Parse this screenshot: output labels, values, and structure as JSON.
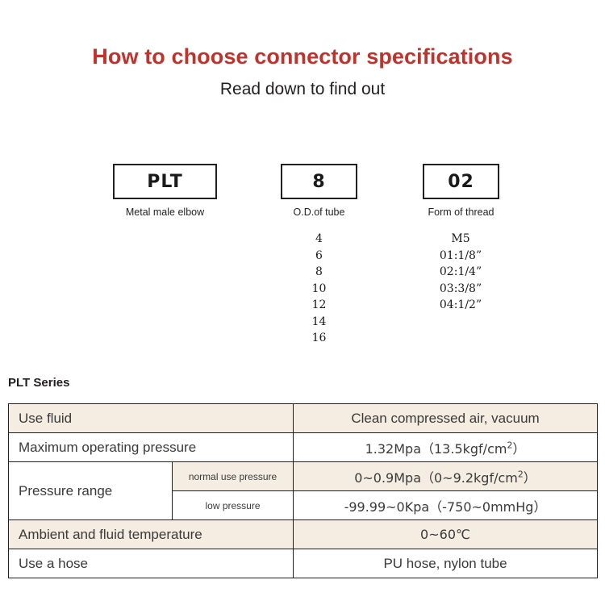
{
  "header": {
    "title": "How to choose connector specifications",
    "subtitle": "Read down to find out",
    "title_color": "#c0322b"
  },
  "code_breakdown": {
    "segments": [
      {
        "code": "PLT",
        "caption": "Metal male elbow",
        "options": []
      },
      {
        "code": "8",
        "caption": "O.D.of tube",
        "options": [
          "4",
          "6",
          "8",
          "10",
          "12",
          "14",
          "16"
        ]
      },
      {
        "code": "02",
        "caption": "Form of thread",
        "options": [
          "M5",
          "01:1/8”",
          "02:1/4”",
          "03:3/8”",
          "04:1/2”"
        ]
      }
    ]
  },
  "spec": {
    "series_heading": "PLT Series",
    "band_color": "#f5ece2",
    "rows": [
      {
        "label": "Use fluid",
        "sublabel": "",
        "value": "Clean compressed air, vacuum",
        "shaded": true
      },
      {
        "label": "Maximum operating pressure",
        "sublabel": "",
        "value": "1.32Mpa（13.5kgf/cm",
        "value_sup": "2",
        "value_tail": "）",
        "shaded": false
      },
      {
        "label": "Pressure range",
        "sublabel": "normal use pressure",
        "value": "0~0.9Mpa（0~9.2kgf/cm",
        "value_sup": "2",
        "value_tail": "）",
        "shaded": true
      },
      {
        "label": "",
        "sublabel": "low pressure",
        "value": "-99.99~0Kpa（-750~0mmHg）",
        "shaded": false
      },
      {
        "label": "Ambient and fluid temperature",
        "sublabel": "",
        "value": "0~60℃",
        "shaded": true
      },
      {
        "label": "Use a hose",
        "sublabel": "",
        "value": "PU hose, nylon tube",
        "shaded": false
      }
    ]
  }
}
